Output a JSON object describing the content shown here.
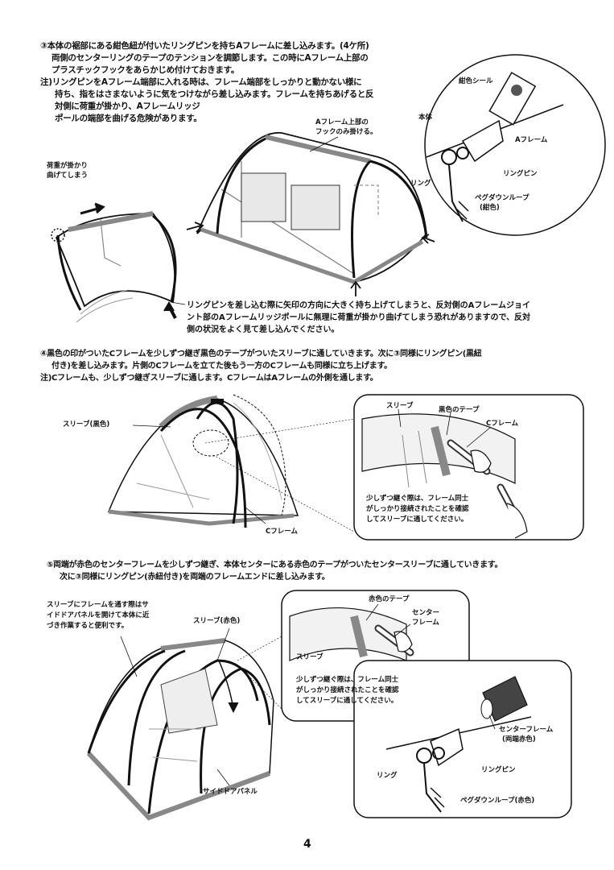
{
  "step3": {
    "lines": [
      "③本体の裾部にある紺色紐が付いたリングピンを持ちAフレームに差し込みます。(4ケ所)",
      "両側のセンターリングのテープのテンションを調節します。この時にAフレーム上部の",
      "プラスチックフックをあらかじめ付けておきます。"
    ],
    "caution": [
      "注)リングピンをAフレーム端部に入れる時は、フレーム端部をしっかりと動かない様に",
      "持ち、指をはさまないように気をつけながら差し込みます。フレームを持ちあげると反",
      "対側に荷重が掛かり、Aフレームリッジ",
      "ポールの端部を曲げる危険があります。"
    ],
    "labels": {
      "navy_seal": "紺色シール",
      "body": "本体",
      "a_frame": "Aフレーム",
      "ring": "リング",
      "ring_pin": "リングピン",
      "pegdown_loop": "ペグダウンループ",
      "navy": "(紺色)",
      "hook_note_1": "Aフレーム上部の",
      "hook_note_2": "フックのみ掛ける。",
      "load_1": "荷重が掛かり",
      "load_2": "曲げてしまう"
    },
    "warning": [
      "リングピンを差し込む際に矢印の方向に大きく持ち上げてしまうと、反対側のAフレームジョイ",
      "ント部のAフレームリッジポールに無理に荷重が掛かり曲げてしまう恐れがありますので、反対",
      "側の状況をよく見て差し込んでください。"
    ]
  },
  "step4": {
    "lines": [
      "④黒色の印がついたCフレームを少しずつ継ぎ黒色のテープがついたスリーブに通していきます。次に③同様にリングピン(黒紐",
      "付き)を差し込みます。片側のCフレームを立てた後もう一方のCフレームも同様に立ち上げます。",
      "注)Cフレームも、少しずつ継ぎスリーブに通します。CフレームはAフレームの外側を通します。"
    ],
    "labels": {
      "sleeve_black": "スリーブ(黒色)",
      "c_frame": "Cフレーム",
      "sleeve": "スリーブ",
      "black_tape": "黒色のテープ",
      "c_frame_detail": "Cフレーム"
    },
    "detail_note": [
      "少しずつ継ぐ際は、フレーム同士",
      "がしっかり接続されたことを確認",
      "してスリーブに通してください。"
    ]
  },
  "step5": {
    "lines": [
      "⑤両端が赤色のセンターフレームを少しずつ継ぎ、本体センターにある赤色のテープがついたセンタースリーブに通していきます。",
      "次に③同様にリングピン(赤紐付き)を両端のフレームエンドに差し込みます。"
    ],
    "side_note": [
      "スリーブにフレームを通す際はサ",
      "イドドアパネルを開けて本体に近",
      "づき作業すると便利です。"
    ],
    "labels": {
      "sleeve_red": "スリーブ(赤色)",
      "side_door_panel": "サイドドアパネル",
      "red_tape": "赤色のテープ",
      "center_1": "センター",
      "center_2": "フレーム",
      "sleeve": "スリーブ",
      "center_frame_1": "センターフレーム",
      "center_frame_2": "(両端赤色)",
      "ring": "リング",
      "ring_pin": "リングピン",
      "pegdown_red": "ペグダウンループ(赤色)"
    },
    "detail_note": [
      "少しずつ継ぐ際は、フレーム同士",
      "がしっかり接続されたことを確認",
      "してスリーブに通してください。"
    ]
  },
  "page_number": "4"
}
